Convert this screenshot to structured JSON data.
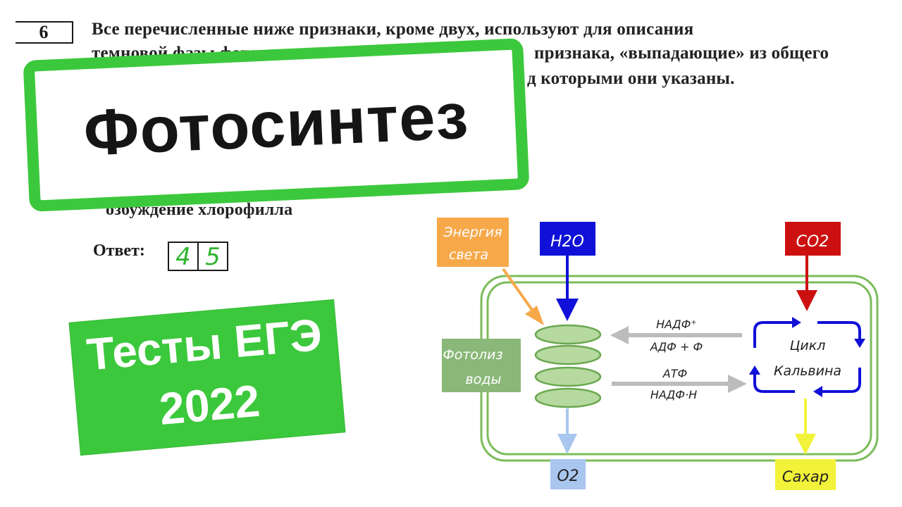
{
  "task": {
    "number": "6",
    "line1": "Все перечисленные ниже признаки, кроме двух, используют для описания",
    "line2": "темновой фазы фотос",
    "line2_tail": "признака, «выпадающие» из общего",
    "line3_tail": "д которыми они указаны.",
    "partial_item": "озбуждение хлорофилла",
    "answer_label": "Ответ:",
    "answer_digits": [
      "4",
      "5"
    ]
  },
  "title_badge": {
    "text": "Фотосинтез",
    "color": "#3cc83c"
  },
  "ege_badge": {
    "line1": "Тесты ЕГЭ",
    "line2": "2022",
    "color": "#3cc83c"
  },
  "diagram": {
    "light_energy": "Энергия\nсвета",
    "water": "H2O",
    "co2": "CO2",
    "photolysis": "Фотолиз\nводы",
    "nadp": "НАДФ⁺",
    "adp": "АДФ + Ф",
    "atp": "АТФ",
    "nadph": "НАДФ·Н",
    "calvin": "Цикл\nКальвина",
    "oxygen": "O2",
    "sugar": "Сахар",
    "colors": {
      "light": "#f7a94a",
      "water": "#1010d8",
      "co2": "#cc1010",
      "photolysis": "#8ab878",
      "oxygen": "#a9c6ef",
      "sugar": "#f2f23a",
      "chloroplast": "#7cbc5a",
      "thylakoid": "#b6d9a0"
    }
  }
}
